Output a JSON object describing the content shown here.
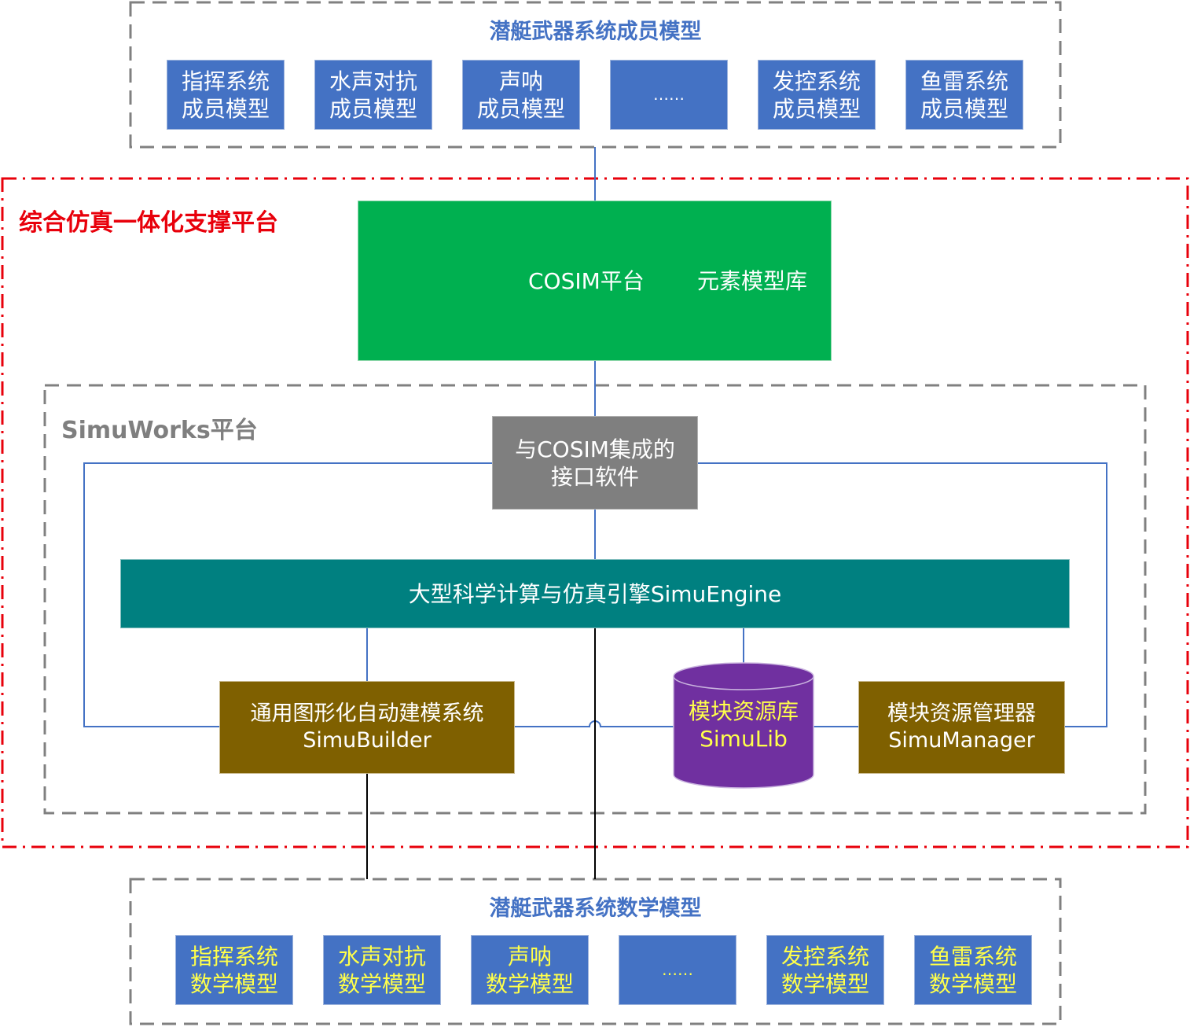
{
  "top_group": {
    "title": "潜艇武器系统成员模型",
    "items": [
      {
        "line1": "指挥系统",
        "line2": "成员模型"
      },
      {
        "line1": "水声对抗",
        "line2": "成员模型"
      },
      {
        "line1": "声呐",
        "line2": "成员模型"
      },
      {
        "line1": "……",
        "line2": ""
      },
      {
        "line1": "发控系统",
        "line2": "成员模型"
      },
      {
        "line1": "鱼雷系统",
        "line2": "成员模型"
      }
    ]
  },
  "platform": {
    "title": "综合仿真一体化支撑平台",
    "cosim": {
      "label": "COSIM平台",
      "db_label": "元素模型库"
    },
    "simuworks": {
      "title": "SimuWorks平台",
      "interface": {
        "line1": "与COSIM集成的",
        "line2": "接口软件"
      },
      "engine": "大型科学计算与仿真引擎SimuEngine",
      "builder": {
        "line1": "通用图形化自动建模系统",
        "line2": "SimuBuilder"
      },
      "lib": {
        "line1": "模块资源库",
        "line2": "SimuLib"
      },
      "manager": {
        "line1": "模块资源管理器",
        "line2": "SimuManager"
      }
    }
  },
  "bottom_group": {
    "title": "潜艇武器系统数学模型",
    "items": [
      {
        "line1": "指挥系统",
        "line2": "数学模型"
      },
      {
        "line1": "水声对抗",
        "line2": "数学模型"
      },
      {
        "line1": "声呐",
        "line2": "数学模型"
      },
      {
        "line1": "……",
        "line2": ""
      },
      {
        "line1": "发控系统",
        "line2": "数学模型"
      },
      {
        "line1": "鱼雷系统",
        "line2": "数学模型"
      }
    ]
  },
  "colors": {
    "member_box": "#4472c4",
    "platform_border": "#e8000b",
    "cosim": "#00b050",
    "database": "#7030a0",
    "interface": "#7f7f7f",
    "engine": "#008080",
    "tool_box": "#7f6000",
    "connector": "#4472c4"
  }
}
